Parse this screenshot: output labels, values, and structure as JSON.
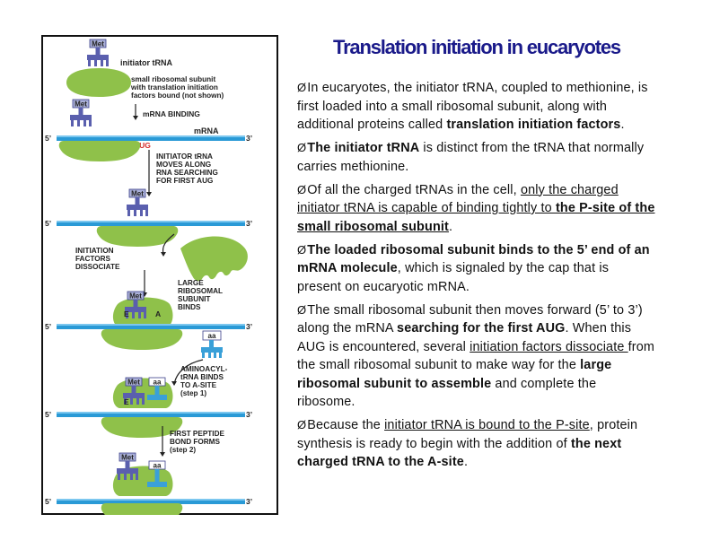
{
  "title": "Translation initiation in eucaryotes",
  "diagram": {
    "met": "Met",
    "initiator_trna": "initiator tRNA",
    "small_subunit": [
      "small ribosomal subunit",
      "with translation initiation",
      "factors bound (not shown)"
    ],
    "mrna_binding": "mRNA BINDING",
    "mrna": "mRNA",
    "five_prime": "5’",
    "three_prime": "3’",
    "aug": "AUG",
    "searching": [
      "INITIATOR tRNA",
      "MOVES ALONG",
      "RNA SEARCHING",
      "FOR FIRST AUG"
    ],
    "factors": [
      "INITIATION",
      "FACTORS",
      "DISSOCIATE"
    ],
    "large": [
      "LARGE",
      "RIBOSOMAL",
      "SUBUNIT",
      "BINDS"
    ],
    "e_site": "E",
    "a_site": "A",
    "aa": "aa",
    "aminoacyl": [
      "AMINOACYL-",
      "tRNA BINDS",
      "TO A-SITE",
      "(step 1)"
    ],
    "peptide": [
      "FIRST PEPTIDE",
      "BOND FORMS",
      "(step 2)"
    ]
  },
  "points": [
    {
      "arrow": "Ø",
      "parts": [
        {
          "t": "In eucaryotes, the initiator tRNA, coupled to methionine, is first loaded into a small ribosomal subunit, along with additional proteins called ",
          "s": ""
        },
        {
          "t": "translation initiation factors",
          "s": "b"
        },
        {
          "t": ".",
          "s": ""
        }
      ]
    },
    {
      "arrow": "Ø",
      "parts": [
        {
          "t": "The initiator tRNA",
          "s": "b"
        },
        {
          "t": " is distinct from the tRNA that normally carries methionine.",
          "s": ""
        }
      ]
    },
    {
      "arrow": "Ø",
      "parts": [
        {
          "t": "Of all the charged tRNAs in the cell, ",
          "s": ""
        },
        {
          "t": "only the charged initiator tRNA is capable of binding tightly to ",
          "s": "u"
        },
        {
          "t": "the P-site of the small ribosomal subunit",
          "s": "bu"
        },
        {
          "t": ".",
          "s": ""
        }
      ]
    },
    {
      "arrow": "Ø",
      "parts": [
        {
          "t": "The loaded ribosomal subunit binds to the 5’ end of an mRNA molecule",
          "s": "b"
        },
        {
          "t": ", which is signaled by the cap that is present on eucaryotic mRNA.",
          "s": ""
        }
      ]
    },
    {
      "arrow": "Ø",
      "parts": [
        {
          "t": "The small ribosomal subunit then moves forward (5’ to 3’) along the mRNA ",
          "s": ""
        },
        {
          "t": "searching for the first AUG",
          "s": "b"
        },
        {
          "t": ". When this AUG is encountered, several ",
          "s": ""
        },
        {
          "t": "initiation factors dissociate ",
          "s": "u"
        },
        {
          "t": "from the small ribosomal subunit to make way for the ",
          "s": ""
        },
        {
          "t": "large ribosomal subunit to assemble",
          "s": "b"
        },
        {
          "t": " and complete the ribosome.",
          "s": ""
        }
      ]
    },
    {
      "arrow": "Ø",
      "parts": [
        {
          "t": "Because the ",
          "s": ""
        },
        {
          "t": "initiator tRNA is bound to the P-site",
          "s": "u"
        },
        {
          "t": ", protein synthesis is ready to begin with the addition of ",
          "s": ""
        },
        {
          "t": "the next charged tRNA to the A-site",
          "s": "b"
        },
        {
          "t": ".",
          "s": ""
        }
      ]
    }
  ]
}
